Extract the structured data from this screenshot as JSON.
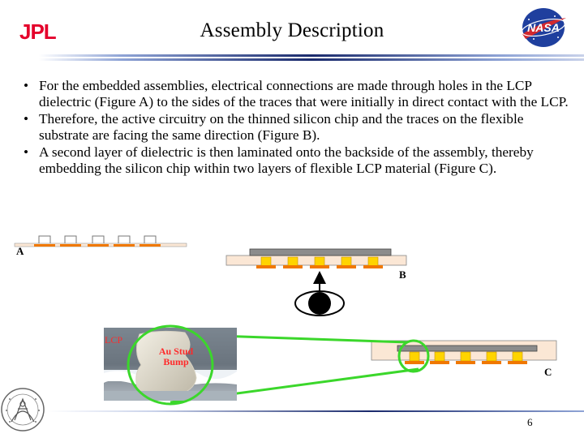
{
  "header": {
    "title": "Assembly Description",
    "left_logo_text": "JPL",
    "right_logo_text": "NASA"
  },
  "bullets": [
    "For the embedded assemblies, electrical connections are made through holes in the LCP dielectric (Figure A) to the sides of the traces that were initially in direct contact with the LCP.",
    "Therefore, the active circuitry on the thinned silicon chip and the traces on the flexible substrate are facing the same direction (Figure B).",
    "A second layer of dielectric is then laminated onto the backside of the assembly, thereby embedding the silicon chip within two layers of flexible LCP material (Figure C)."
  ],
  "bullet_marker": "•",
  "figures": {
    "a_label": "A",
    "b_label": "B",
    "c_label": "C"
  },
  "photo": {
    "lcp_label": "LCP",
    "bump_label_line1": "Au Stud",
    "bump_label_line2": "Bump"
  },
  "footer": {
    "page_number": "6"
  },
  "colors": {
    "title_rule_dark": "#1a2a6c",
    "title_rule_mid": "#8fa4d6",
    "trace_orange": "#f07800",
    "pad_yellow": "#ffd400",
    "substrate_fill": "#fbe7d5",
    "chip_gray": "#8c8c8c",
    "highlight_green": "#3bd72b",
    "jpl_red": "#e4002b",
    "label_red": "#ff2a2a"
  }
}
